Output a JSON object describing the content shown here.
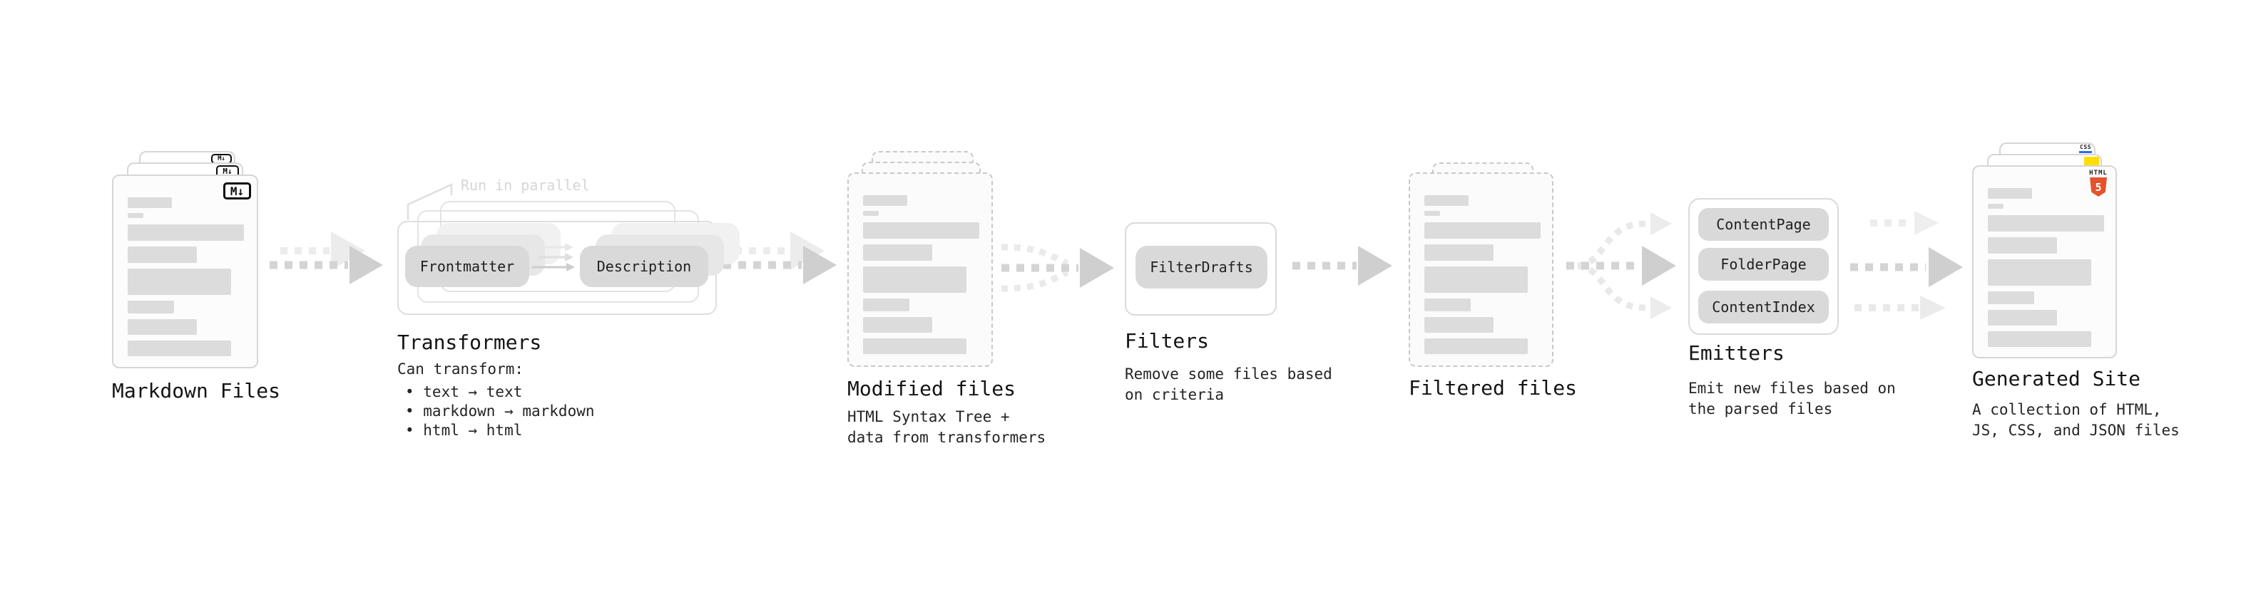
{
  "markdown": {
    "label": "Markdown Files",
    "badge": "M↓"
  },
  "transformers": {
    "label": "Transformers",
    "note": "Run in parallel",
    "pill_frontmatter": "Frontmatter",
    "pill_description": "Description",
    "desc_title": "Can transform:",
    "bullets": [
      "• text → text",
      "• markdown → markdown",
      "• html → html"
    ]
  },
  "modified": {
    "label": "Modified files",
    "sub1": "HTML Syntax Tree +",
    "sub2": "data from transformers"
  },
  "filters": {
    "label": "Filters",
    "pill": "FilterDrafts",
    "sub1": "Remove some files based",
    "sub2": "on criteria"
  },
  "filtered": {
    "label": "Filtered files"
  },
  "emitters": {
    "label": "Emitters",
    "pills": [
      "ContentPage",
      "FolderPage",
      "ContentIndex"
    ],
    "sub1": "Emit new files based on",
    "sub2": "the parsed files"
  },
  "generated": {
    "label": "Generated Site",
    "sub1": "A collection of HTML,",
    "sub2": "JS, CSS, and JSON files",
    "badge_html": "HTML",
    "badge_five": "5",
    "badge_css": "CSS"
  },
  "colors": {
    "html5_orange": "#E5532C",
    "js_yellow": "#FFDE00",
    "css_blue": "#2D6BF0",
    "arrow_dark": "#D4D4D4",
    "arrow_light": "#ECECEC"
  }
}
